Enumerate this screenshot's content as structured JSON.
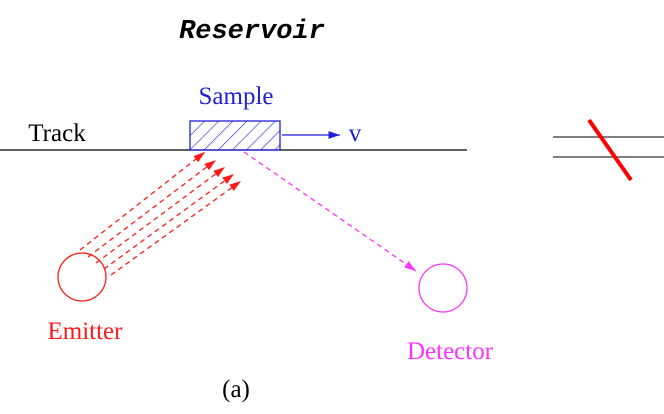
{
  "title": "Reservoir",
  "labels": {
    "sample": "Sample",
    "track": "Track",
    "velocity": "v",
    "emitter": "Emitter",
    "detector": "Detector",
    "caption": "(a)"
  },
  "colors": {
    "title": "#000000",
    "sample": "#1f1fd6",
    "track": "#000000",
    "emitter": "#ff1a1a",
    "detector": "#ff33ff",
    "slash": "#ff0000",
    "lines": "#333333"
  }
}
